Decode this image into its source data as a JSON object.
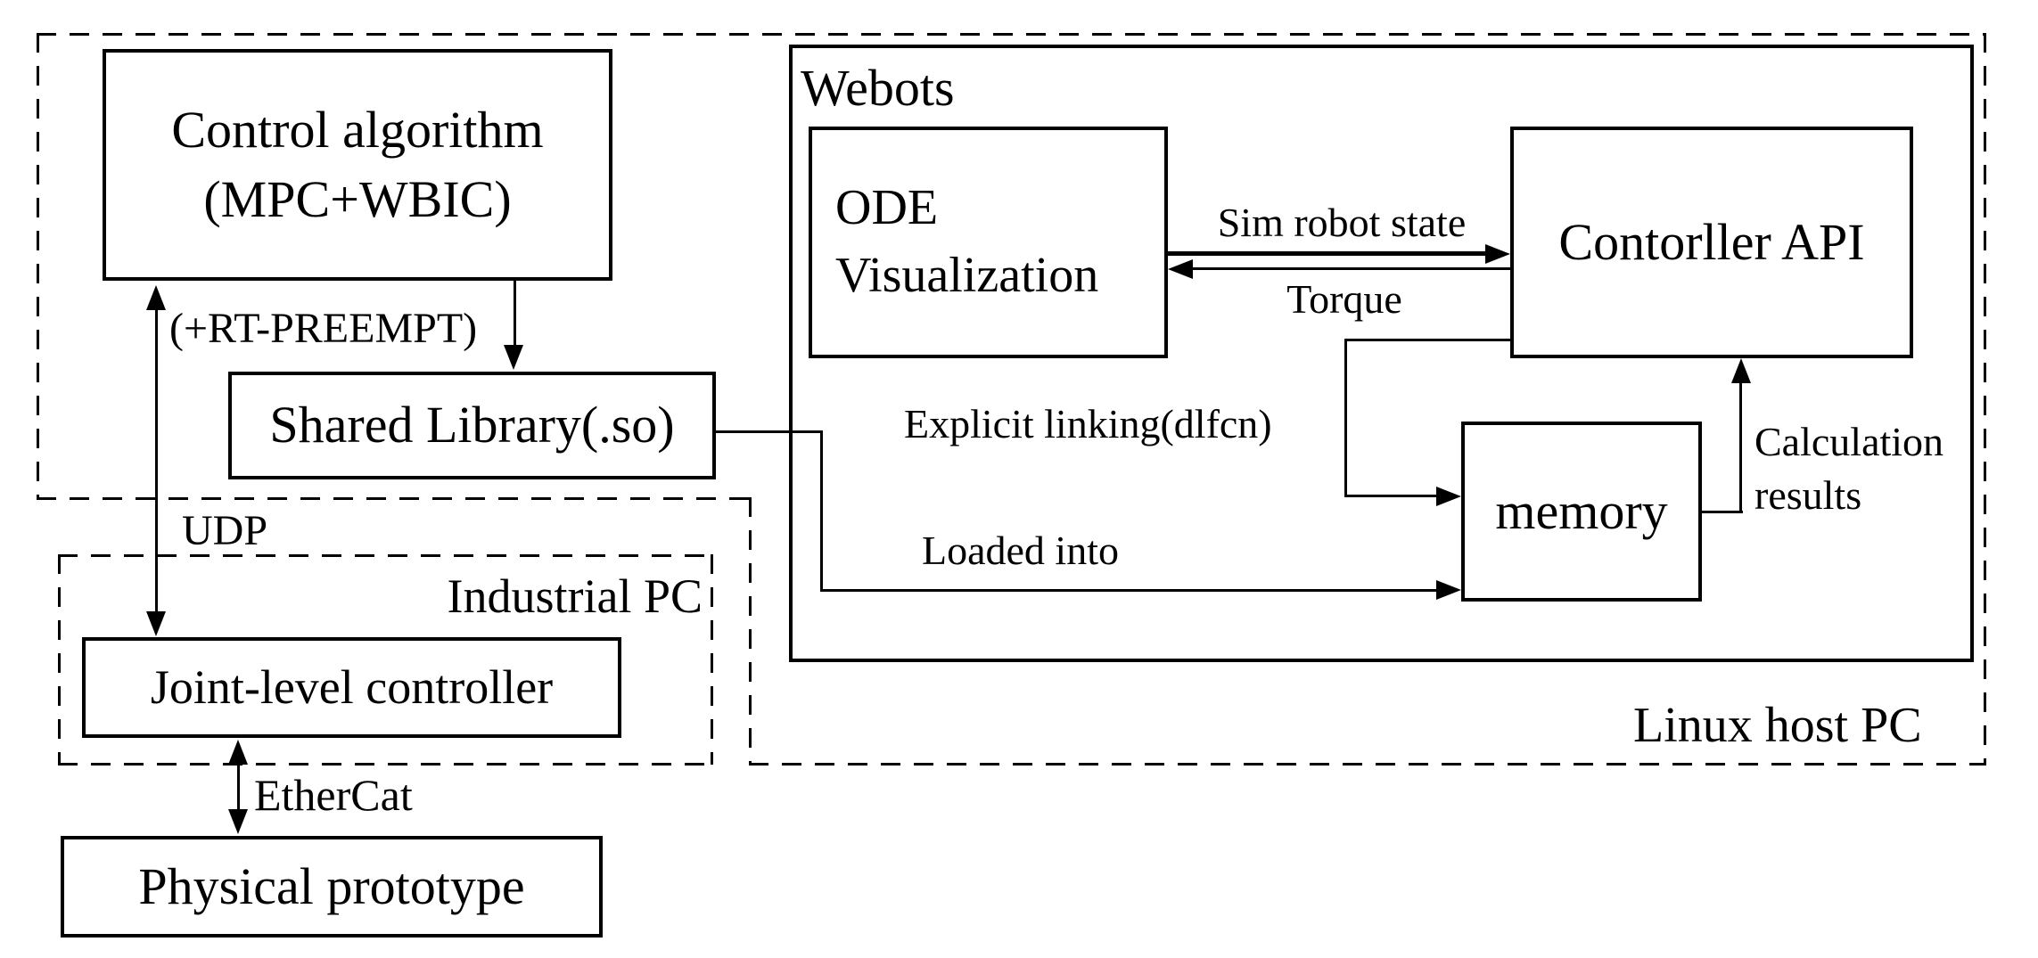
{
  "containers": {
    "linux": {
      "label": "Linux host PC"
    },
    "webots": {
      "label": "Webots"
    },
    "industrial": {
      "label": "Industrial PC"
    }
  },
  "nodes": {
    "control": {
      "line1": "Control algorithm",
      "line2": "(MPC+WBIC)"
    },
    "shared": {
      "label": "Shared Library(.so)"
    },
    "joint": {
      "label": "Joint-level controller"
    },
    "physical": {
      "label": "Physical prototype"
    },
    "ode": {
      "line1": "ODE",
      "line2": "Visualization"
    },
    "api": {
      "label": "Contorller API"
    },
    "memory": {
      "label": "memory"
    }
  },
  "edges": {
    "rt": {
      "label": "(+RT-PREEMPT)"
    },
    "udp": {
      "label": "UDP"
    },
    "ethercat": {
      "label": "EtherCat"
    },
    "sim": {
      "label": "Sim robot state"
    },
    "torque": {
      "label": "Torque"
    },
    "explicit": {
      "label": "Explicit linking(dlfcn)"
    },
    "loaded": {
      "label": "Loaded into"
    },
    "calc": {
      "line1": "Calculation",
      "line2": "results"
    }
  },
  "colors": {
    "ink": "#000000",
    "background": "#ffffff"
  }
}
